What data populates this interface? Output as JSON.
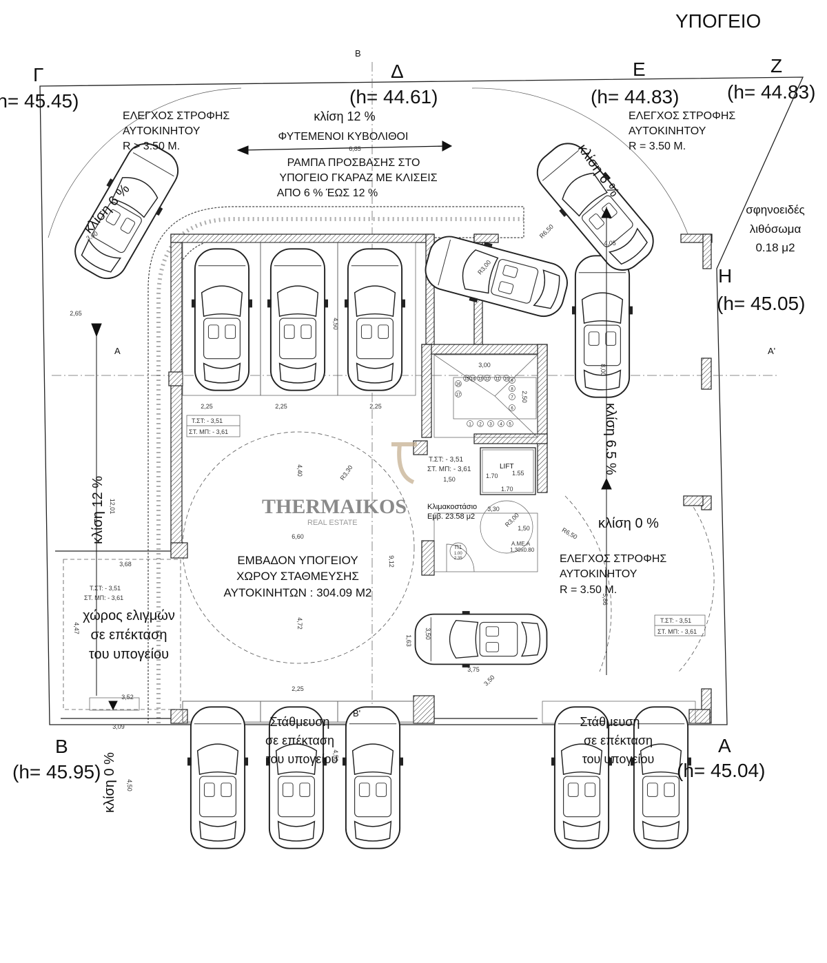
{
  "title": "ΥΠΟΓΕΙΟ",
  "points": {
    "gamma": {
      "label": "Γ",
      "h": "(h= 45.45)"
    },
    "delta": {
      "label": "Δ",
      "h": "(h= 44.61)"
    },
    "epsilon": {
      "label": "Ε",
      "h": "(h= 44.83)"
    },
    "zeta": {
      "label": "Ζ",
      "h": "(h= 44.83)"
    },
    "eta": {
      "label": "Η",
      "h": "(h= 45.05)"
    },
    "beta": {
      "label": "Β",
      "h": "(h= 45.95)"
    },
    "alpha": {
      "label": "Α",
      "h": "(h= 45.04)"
    }
  },
  "sections": {
    "b_top": "Β",
    "b_bottom": "Β'",
    "a_left": "Α",
    "a_right": "Α'"
  },
  "turn_check_left": [
    "ΕΛΕΓΧΟΣ ΣΤΡΟΦΗΣ",
    "ΑΥΤΟΚΙΝΗΤΟΥ",
    "R > 3.50 Μ."
  ],
  "turn_check_right": [
    "ΕΛΕΓΧΟΣ ΣΤΡΟΦΗΣ",
    "ΑΥΤΟΚΙΝΗΤΟΥ",
    "R = 3.50 Μ."
  ],
  "turn_check_mid": [
    "ΕΛΕΓΧΟΣ ΣΤΡΟΦΗΣ",
    "ΑΥΤΟΚΙΝΗΤΟΥ",
    "R = 3.50 Μ."
  ],
  "ramp": {
    "slope": "κλίση 12 %",
    "paving": "ΦΥΤΕΜΕΝΟΙ ΚΥΒΟΛΙΘΟΙ",
    "length": "6,85",
    "lines": [
      "ΡΑΜΠΑ ΠΡΟΣΒΑΣΗΣ ΣΤΟ",
      "ΥΠΟΓΕΙΟ ΓΚΑΡΑΖ ΜΕ ΚΛΙΣΕΙΣ",
      "ΑΠΟ 6 % ΈΩΣ 12 %"
    ]
  },
  "slopes": {
    "left_top": "κλίση 6 %",
    "right_top": "κλίση 6 %",
    "right": "κλίση 6.5 %",
    "left": "κλίση 12 %",
    "center_right": "κλίση 0 %",
    "bottom_left": "κλίση 0 %"
  },
  "wedge": [
    "σφηνοειδές",
    "λιθόσωμα",
    "0.18 μ2"
  ],
  "area_label": [
    "ΕΜΒΑΔΟΝ ΥΠΟΓΕΙΟΥ",
    "ΧΩΡΟΥ ΣΤΑΘΜΕΥΣΗΣ",
    "ΑΥΤΟΚΙΝΗΤΩΝ : 304.09 Μ2"
  ],
  "maneuver": [
    "χώρος ελιγμών",
    "σε επέκταση",
    "του υπογείου"
  ],
  "parking_ext": [
    "Στάθμευση",
    "σε επέκταση",
    "του υπογείου"
  ],
  "levels": {
    "floor": "Τ.ΣΤ: - 3,51",
    "slab": "ΣΤ. ΜΠ: - 3,61"
  },
  "stair": {
    "name": "Κλιμακοστάσιο",
    "area": "Εμβ. 23.58 μ2",
    "steps": [
      "1",
      "2",
      "3",
      "4",
      "5",
      "6",
      "7",
      "8",
      "9",
      "10",
      "11",
      "12",
      "13",
      "14",
      "15",
      "16",
      "17"
    ]
  },
  "lift": {
    "label": "LIFT",
    "w": "1.70",
    "d": "1.55",
    "w2": "1.70"
  },
  "wc": {
    "label": "Α.ΜΕ.Α",
    "size": "1.30x0.80",
    "door": "Π1",
    "door_w": "1.00",
    "door_h": "2.35"
  },
  "dims": [
    "3,60",
    "2,65",
    "4,05",
    "3,00",
    "2,50",
    "2,25",
    "2,25",
    "2,25",
    "4,50",
    "4,40",
    "6,60",
    "R3,30",
    "9,12",
    "4,72",
    "12,01",
    "3,68",
    "4,47",
    "3,52",
    "3,09",
    "4,50",
    "2,25",
    "4,50",
    "3,50",
    "1,63",
    "3,50",
    "3,75",
    "5,86",
    "8,00",
    "1,50",
    "3,30",
    "1,50",
    "R6,50",
    "R3,00",
    "R6,50",
    "R3,00"
  ],
  "watermark": {
    "name": "THERMAIKOS",
    "sub": "REAL ESTATE"
  }
}
